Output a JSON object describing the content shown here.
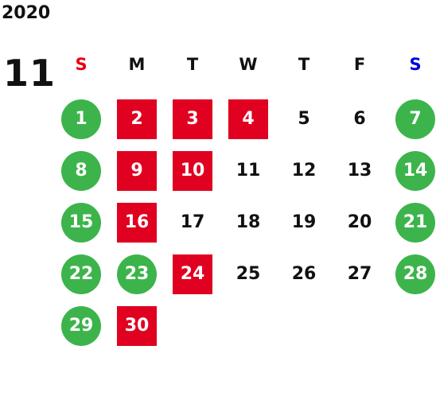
{
  "calendar": {
    "year": "2020",
    "month": "11",
    "weekdays": [
      "S",
      "M",
      "T",
      "W",
      "T",
      "F",
      "S"
    ],
    "colors": {
      "sunday_header": "#e60012",
      "saturday_header": "#0000dd",
      "weekday_header": "#111111",
      "holiday_circle": "#3cb44b",
      "marked_square": "#e00020",
      "plain_text": "#111111"
    },
    "first_weekday_index": 0,
    "days": [
      {
        "day": "1",
        "style": "circle"
      },
      {
        "day": "2",
        "style": "square"
      },
      {
        "day": "3",
        "style": "square"
      },
      {
        "day": "4",
        "style": "square"
      },
      {
        "day": "5",
        "style": "plain"
      },
      {
        "day": "6",
        "style": "plain"
      },
      {
        "day": "7",
        "style": "circle"
      },
      {
        "day": "8",
        "style": "circle"
      },
      {
        "day": "9",
        "style": "square"
      },
      {
        "day": "10",
        "style": "square"
      },
      {
        "day": "11",
        "style": "plain"
      },
      {
        "day": "12",
        "style": "plain"
      },
      {
        "day": "13",
        "style": "plain"
      },
      {
        "day": "14",
        "style": "circle"
      },
      {
        "day": "15",
        "style": "circle"
      },
      {
        "day": "16",
        "style": "square"
      },
      {
        "day": "17",
        "style": "plain"
      },
      {
        "day": "18",
        "style": "plain"
      },
      {
        "day": "19",
        "style": "plain"
      },
      {
        "day": "20",
        "style": "plain"
      },
      {
        "day": "21",
        "style": "circle"
      },
      {
        "day": "22",
        "style": "circle"
      },
      {
        "day": "23",
        "style": "circle"
      },
      {
        "day": "24",
        "style": "square"
      },
      {
        "day": "25",
        "style": "plain"
      },
      {
        "day": "26",
        "style": "plain"
      },
      {
        "day": "27",
        "style": "plain"
      },
      {
        "day": "28",
        "style": "circle"
      },
      {
        "day": "29",
        "style": "circle"
      },
      {
        "day": "30",
        "style": "square"
      }
    ]
  }
}
